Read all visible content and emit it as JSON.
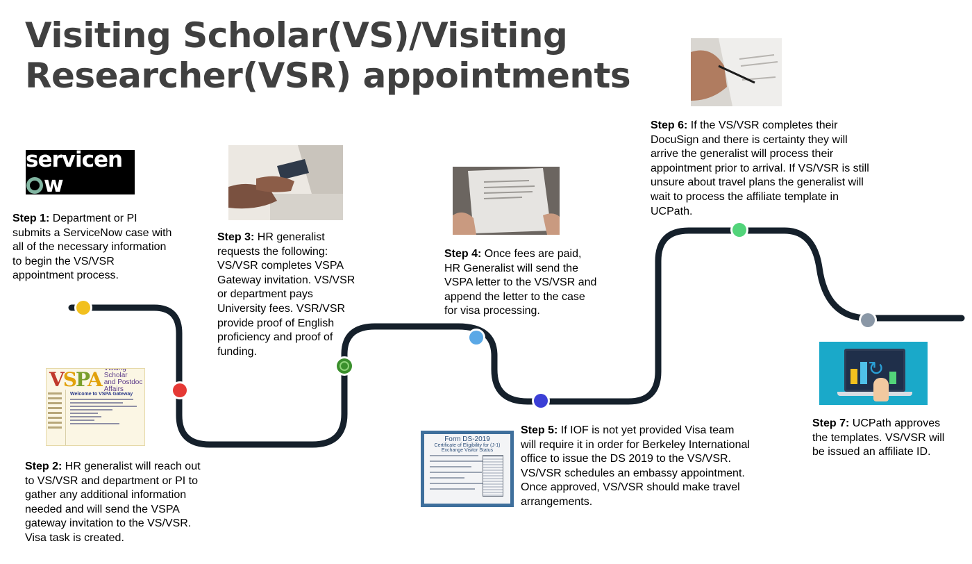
{
  "title": {
    "line1": "Visiting Scholar(VS)/Visiting",
    "line2": "Researcher(VSR) appointments"
  },
  "steps": [
    {
      "label": "Step 1:",
      "text": "Department or PI submits a ServiceNow case with all of the necessary information to begin the VS/VSR appointment process."
    },
    {
      "label": "Step 2:",
      "text": "HR generalist will reach out to VS/VSR and department or PI to gather any additional information needed and will send the VSPA gateway invitation to the VS/VSR. Visa task is created."
    },
    {
      "label": "Step 3:",
      "text": "HR generalist requests the following: VS/VSR completes VSPA Gateway invitation. VS/VSR or department pays University fees. VSR/VSR provide proof of English proficiency and proof of funding."
    },
    {
      "label": "Step 4:",
      "text": "Once fees are paid, HR Generalist will send the VSPA letter to the VS/VSR and append the letter to the case for visa processing."
    },
    {
      "label": "Step 5:",
      "text": "If IOF is not yet provided Visa team will require it in order for Berkeley International office to issue the DS 2019 to the VS/VSR. VS/VSR schedules an embassy appointment. Once approved, VS/VSR should make travel arrangements."
    },
    {
      "label": "Step 6:",
      "text": "If the VS/VSR completes their DocuSign and there is certainty they will arrive the generalist will process their appointment prior to arrival. If VS/VSR is still unsure about travel plans the generalist will wait to process the affiliate template in UCPath."
    },
    {
      "label": "Step 7:",
      "text": "UCPath approves the templates. VS/VSR will be issued an affiliate ID."
    }
  ],
  "logos": {
    "servicenow": {
      "pre": "servicen",
      "post": "w"
    },
    "vspa": {
      "letters": [
        "V",
        "S",
        "P",
        "A"
      ],
      "name_line1": "Visiting Scholar",
      "name_line2": "and Postdoc Affairs",
      "heading": "Welcome to VSPA Gateway"
    },
    "ds2019": {
      "title": "Form DS-2019",
      "subtitle": "Certificate of Eligibility for (J-1) Exchange Visitor Status"
    }
  },
  "colors": {
    "road": "#15202b",
    "title": "#404040",
    "marker_step1": "#f2c01e",
    "marker_step2": "#e53935",
    "marker_step3": "#3a8f2c",
    "marker_step4": "#5aa8e6",
    "marker_step5": "#3b3fd6",
    "marker_step6": "#52d47a",
    "marker_step7": "#8a97a6"
  }
}
